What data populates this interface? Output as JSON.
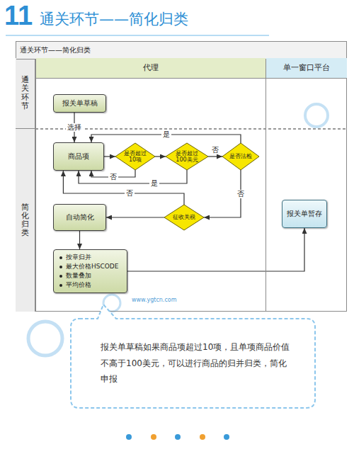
{
  "diagram": {
    "title": "通关环节——简化归类",
    "nodes": [
      {
        "text": [
          "通关环节——简化归类"
        ]
      },
      {
        "text": [
          "代理"
        ],
        "in": 0
      },
      {
        "text": [
          "报关单草稿"
        ],
        "in": 1
      },
      {
        "text": [
          "商品项"
        ],
        "in": 1
      },
      {
        "text": [
          "是否超过10项"
        ],
        "in": 1
      },
      {
        "text": [
          "是否超过100美元"
        ],
        "in": 1
      },
      {
        "text": [
          "是否法检"
        ],
        "in": 1
      },
      {
        "text": [
          "自动简化"
        ],
        "in": 1
      },
      {
        "text": [
          "征收关税"
        ],
        "in": 1
      },
      {
        "text": [
          "按章归并",
          "最大价格HSCODE",
          "数量叠加",
          "平均价格"
        ],
        "in": 1
      },
      {
        "text": [
          "单一窗口平台"
        ],
        "in": 0
      },
      {
        "text": [
          "报关单暂存"
        ],
        "in": 10
      },
      {
        "text": [
          "通关环节"
        ],
        "in": 0
      },
      {
        "text": [
          "简化归类"
        ],
        "in": 0
      },
      {
        "text": [
          "报关单草稿如果商品项超过10项，且单项商品价值不高于100美元，可以进行商品的归并归类，简化申报"
        ]
      }
    ],
    "edges": [
      {
        "from": 2,
        "to": 3,
        "arrow": "to",
        "label": "选择"
      },
      {
        "from": 3,
        "to": 4,
        "arrow": "to"
      },
      {
        "from": 4,
        "to": 5,
        "arrow": "to"
      },
      {
        "from": 4,
        "to": 3,
        "arrow": "to",
        "label": "否"
      },
      {
        "from": 5,
        "to": 6,
        "arrow": "to",
        "label": "否"
      },
      {
        "from": 5,
        "to": 3,
        "arrow": "to",
        "label": "是"
      },
      {
        "from": 6,
        "to": 3,
        "arrow": "to",
        "label": "是"
      },
      {
        "from": 6,
        "to": 8,
        "arrow": "to",
        "label": "否"
      },
      {
        "from": 8,
        "to": 3,
        "arrow": "to",
        "label": "否"
      },
      {
        "from": 8,
        "to": 7,
        "arrow": "to"
      },
      {
        "from": 7,
        "to": 9,
        "arrow": "to"
      },
      {
        "from": 9,
        "to": 11,
        "arrow": "to"
      }
    ],
    "labels": [
      "11",
      "www.ygtcn.com"
    ]
  }
}
